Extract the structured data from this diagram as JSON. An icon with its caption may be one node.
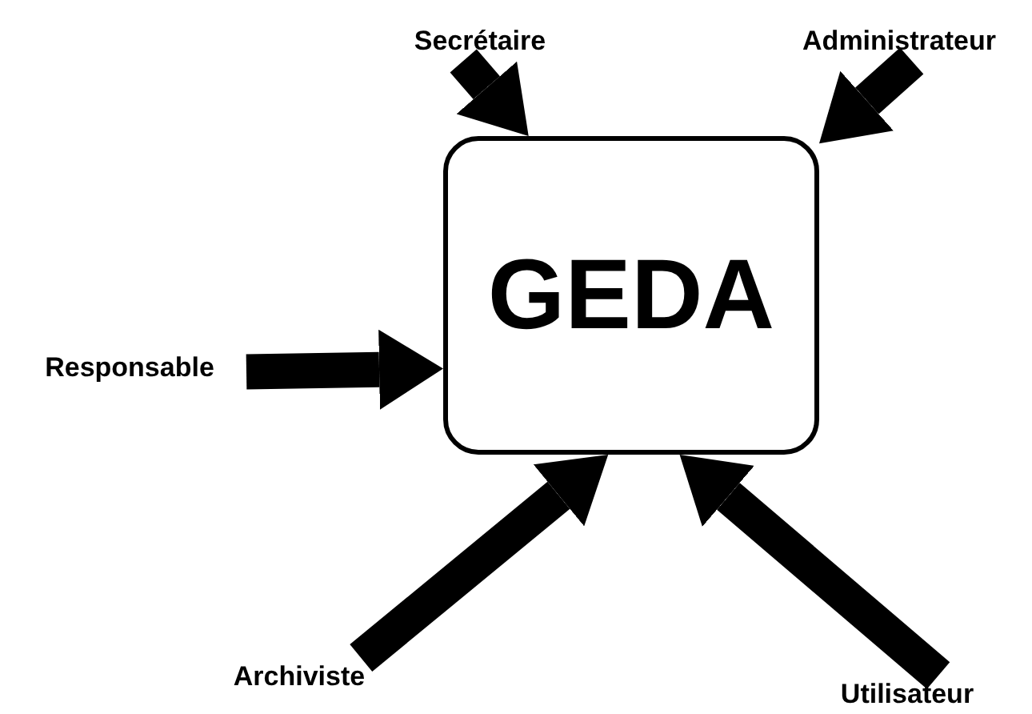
{
  "diagram": {
    "nodes": [
      {
        "text": [
          "Secrétaire"
        ]
      },
      {
        "text": [
          "Administrateur"
        ]
      },
      {
        "text": [
          "GEDA"
        ]
      },
      {
        "text": [
          "Responsable"
        ]
      },
      {
        "text": [
          "Archiviste"
        ]
      },
      {
        "text": [
          "Utilisateur"
        ]
      }
    ],
    "edges": [
      {
        "from": 0,
        "to": 2,
        "arrow": "to"
      },
      {
        "from": 1,
        "to": 2,
        "arrow": "to"
      },
      {
        "from": 3,
        "to": 2,
        "arrow": "to"
      },
      {
        "from": 4,
        "to": 2,
        "arrow": "to"
      },
      {
        "from": 5,
        "to": 2,
        "arrow": "to"
      }
    ]
  }
}
